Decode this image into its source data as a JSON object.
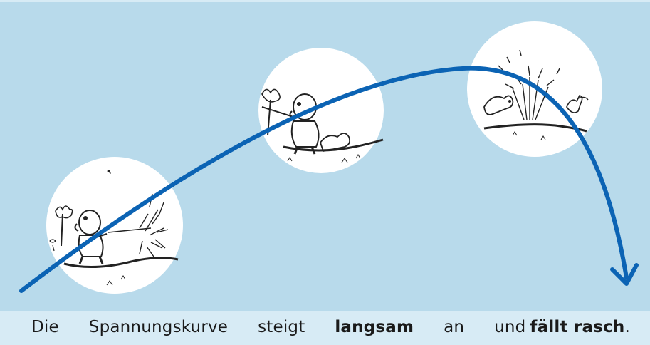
{
  "caption": {
    "w1": "Die",
    "w2": "Spannungskurve",
    "w3": "steigt",
    "w4": "langsam",
    "w5": "an",
    "w6": "und",
    "w7": "fällt rasch",
    "w8": "."
  },
  "colors": {
    "panel": "#b8daeb",
    "caption_bg": "#d7ebf5",
    "curve": "#0b63b4",
    "circle": "#ffffff"
  },
  "icons": [
    "figure-spraying-water-icon",
    "figure-holding-hose-icon",
    "water-fountain-dog-icon"
  ]
}
